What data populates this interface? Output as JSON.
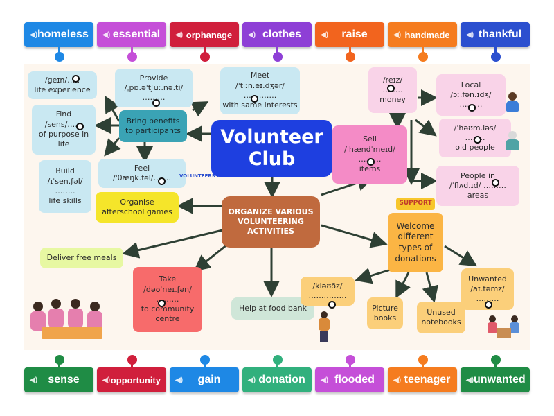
{
  "top_words": [
    {
      "label": "homeless",
      "color": "#1e88e5"
    },
    {
      "label": "essential",
      "color": "#c54fd8"
    },
    {
      "label": "orphanage",
      "color": "#d01f3c"
    },
    {
      "label": "clothes",
      "color": "#8e3fd6"
    },
    {
      "label": "raise",
      "color": "#f2641e"
    },
    {
      "label": "handmade",
      "color": "#f57c1f"
    },
    {
      "label": "thankful",
      "color": "#2b4fcf"
    }
  ],
  "bottom_words": [
    {
      "label": "sense",
      "color": "#1f8c45"
    },
    {
      "label": "opportunity",
      "color": "#d01f3c"
    },
    {
      "label": "gain",
      "color": "#1e88e5"
    },
    {
      "label": "donation",
      "color": "#31b07d"
    },
    {
      "label": "flooded",
      "color": "#c54fd8"
    },
    {
      "label": "teenager",
      "color": "#f57c1f"
    },
    {
      "label": "unwanted",
      "color": "#1f8c45"
    }
  ],
  "title": [
    "Volunteer",
    "Club"
  ],
  "center": [
    "ORGANIZE VARIOUS",
    "VOLUNTEERING",
    "ACTIVITIES"
  ],
  "benefits": [
    "Bring benefits",
    "to participants"
  ],
  "gain_life": [
    "/geɪn/…..",
    "life experience"
  ],
  "provide": [
    "Provide",
    "/ˌpɒ.əˈtʃuː.nə.ti/",
    "………"
  ],
  "meet": [
    "Meet",
    "/ˈtiːn.eɪ.dʒər/",
    "………….",
    "with same interests"
  ],
  "find": [
    "Find",
    "/sens/……",
    "of purpose in",
    "life"
  ],
  "build": [
    "Build",
    "/ɪˈsen.ʃəl/",
    "……..",
    "life skills"
  ],
  "feel": [
    "Feel",
    "/ˈθæŋk.fəl/……."
  ],
  "volunteers_needed": "VOLUNTEERS NEEDED",
  "afterschool": [
    "Organise",
    "afterschool games"
  ],
  "raise": [
    "/reɪz/",
    "……..",
    "money"
  ],
  "sell": [
    "Sell",
    "/ˌhændˈmeɪd/",
    "………",
    "items"
  ],
  "local": [
    "Local",
    "/ɔː.fən.ɪdʒ/",
    "………"
  ],
  "homeless": [
    "/ˈhəʊm.ləs/",
    "……..",
    "old people"
  ],
  "flooded": [
    "People in",
    "/ˈflʌd.ɪd/ ………",
    "areas"
  ],
  "support_badge": "SUPPORT",
  "welcome": [
    "Welcome",
    "different",
    "types of",
    "donations"
  ],
  "meals": "Deliver free meals",
  "take": [
    "Take",
    "/dəʊˈneɪ.ʃən/",
    "………",
    "to community",
    "centre"
  ],
  "food_bank": "Help at food bank",
  "clothes": [
    "/kləʊðz/",
    "……………"
  ],
  "picture_books": [
    "Picture",
    "books"
  ],
  "notebooks": [
    "Unused",
    "notebooks"
  ],
  "unwanted": [
    "Unwanted",
    "/aɪ.təmz/",
    "………"
  ]
}
